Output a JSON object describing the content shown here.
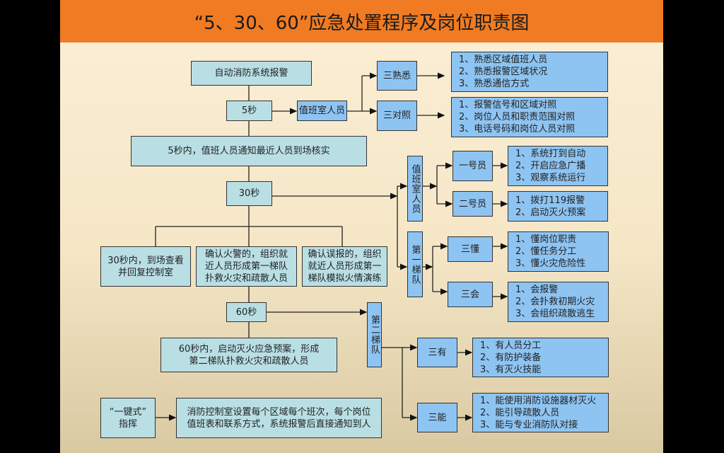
{
  "title": "“5、30、60”应急处置程序及岗位职责图",
  "flow": {
    "alarm": "自动消防系统报警",
    "sec5": "5秒",
    "duty_staff": "值班室人员",
    "sec5_action": "5秒内，值班人员通知最近人员到场核实",
    "sec30": "30秒",
    "sec30_check": [
      "30秒内，到场查看",
      "并回复控制室"
    ],
    "confirm_fire": [
      "确认火警的，组织就",
      "近人员形成第一梯队",
      "扑救火灾和疏散人员"
    ],
    "confirm_false": [
      "确认误报的，组织",
      "就近人员形成第一",
      "梯队模拟火情演练"
    ],
    "sec60": "60秒",
    "sec60_action": [
      "60秒内，启动灭火应急预案，形成",
      "第二梯队扑救火灾和疏散人员"
    ],
    "one_key": [
      "“一键式”",
      "指挥"
    ],
    "control_room": [
      "消防控制室设置每个区域每个班次，每个岗位",
      "值班表和联系方式，系统报警后直接通知到人"
    ]
  },
  "duties": {
    "three_familiar": {
      "label": "三熟悉",
      "items": [
        "1、熟悉区域值班人员",
        "2、熟悉报警区域状况",
        "3、熟悉通信方式"
      ]
    },
    "three_check": {
      "label": "三对照",
      "items": [
        "1、报警信号和区域对照",
        "2、岗位人员和职责范围对照",
        "3、电话号码和岗位人员对照"
      ]
    },
    "duty_room_vertical": "值班室人员",
    "member1": {
      "label": "一号员",
      "items": [
        "1、系统打到自动",
        "2、开启应急广播",
        "3、观察系统运行"
      ]
    },
    "member2": {
      "label": "二号员",
      "items": [
        "1、拨打119报警",
        "2、启动灭火预案"
      ]
    },
    "first_team": "第一梯队",
    "three_understand": {
      "label": "三懂",
      "items": [
        "1、懂岗位职责",
        "2、懂任务分工",
        "3、懂火灾危险性"
      ]
    },
    "three_can": {
      "label": "三会",
      "items": [
        "1、会报警",
        "2、会扑救初期火灾",
        "3、会组织疏散逃生"
      ]
    },
    "second_team": "第二梯队",
    "three_have": {
      "label": "三有",
      "items": [
        "1、有人员分工",
        "2、有防护装备",
        "3、有灭火技能"
      ]
    },
    "three_able": {
      "label": "三能",
      "items": [
        "1、能使用消防设施器材灭火",
        "2、能引导疏散人员",
        "3、能与专业消防队对接"
      ]
    }
  },
  "colors": {
    "header": "#f07b22",
    "teal_box": "#b9dfe5",
    "blue_box": "#8ec4f2"
  }
}
